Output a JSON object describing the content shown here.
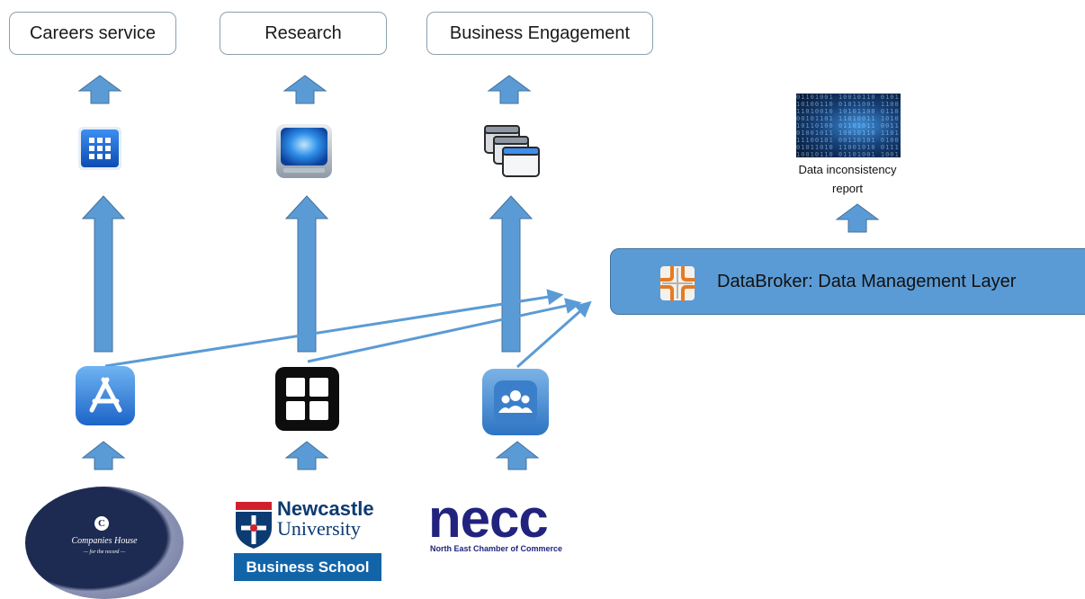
{
  "top_boxes": [
    {
      "label": "Careers service"
    },
    {
      "label": "Research"
    },
    {
      "label": "Business Engagement"
    }
  ],
  "databroker": {
    "label": "DataBroker: Data Management Layer",
    "icon": "databroker-logo-icon"
  },
  "report": {
    "label_line1": "Data inconsistency",
    "label_line2": "report",
    "icon": "binary-data-image"
  },
  "app_icons": [
    "app-store-icon",
    "window-grid-icon",
    "community-icon"
  ],
  "service_icons": [
    "grid-app-icon",
    "monitor-icon",
    "windows-stack-icon"
  ],
  "logos": {
    "companies_house": {
      "name": "Companies House",
      "tagline": "— for the record —",
      "mark": "C"
    },
    "newcastle": {
      "line1": "Newcastle",
      "line2": "University",
      "bar": "Business School"
    },
    "necc": {
      "wordmark": "necc",
      "subtitle": "North East Chamber of Commerce"
    }
  },
  "colors": {
    "arrow": "#5b9bd5",
    "arrow_stroke": "#41719c",
    "layer_fill": "#5b9bd5",
    "box_border": "#8aa1b1"
  }
}
